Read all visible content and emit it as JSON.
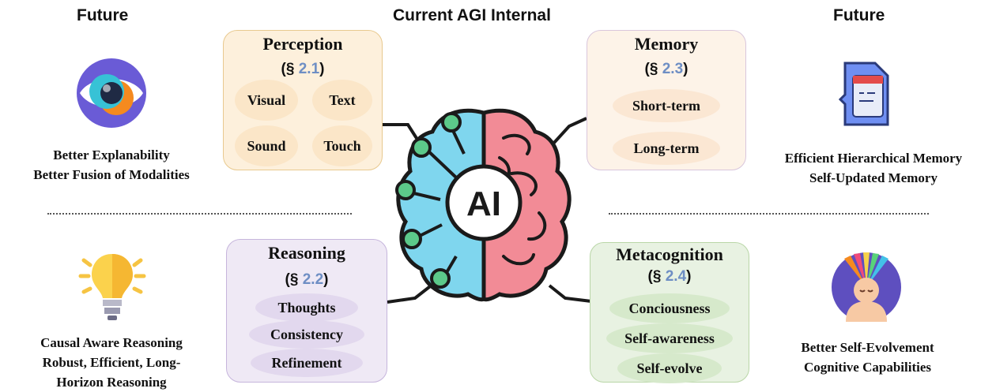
{
  "headers": {
    "left": "Future",
    "center": "Current AGI Internal",
    "right": "Future"
  },
  "center_icon": {
    "label": "AI"
  },
  "colors": {
    "perception_bg": "#fdf0dc",
    "perception_border": "#e8c98f",
    "memory_bg": "#fdf3e8",
    "memory_border": "#d9c6dc",
    "reasoning_bg": "#efe9f5",
    "reasoning_border": "#c6b5dc",
    "metacognition_bg": "#e8f2e2",
    "metacognition_border": "#b9d6a7",
    "ref_number": "#6e8ec4",
    "brain_left": "#7fd6ee",
    "brain_right": "#f28b96",
    "node": "#5cc98a"
  },
  "cards": {
    "perception": {
      "title": "Perception",
      "ref_prefix": "(§ ",
      "ref_num": "2.1",
      "ref_suffix": ")",
      "items": [
        "Visual",
        "Text",
        "Sound",
        "Touch"
      ]
    },
    "memory": {
      "title": "Memory",
      "ref_prefix": "(§ ",
      "ref_num": "2.3",
      "ref_suffix": ")",
      "items": [
        "Short-term",
        "Long-term"
      ]
    },
    "reasoning": {
      "title": "Reasoning",
      "ref_prefix": "(§ ",
      "ref_num": "2.2",
      "ref_suffix": ")",
      "items": [
        "Thoughts",
        "Consistency",
        "Refinement"
      ]
    },
    "metacognition": {
      "title": "Metacognition",
      "ref_prefix": "(§ ",
      "ref_num": "2.4",
      "ref_suffix": ")",
      "items": [
        "Conciousness",
        "Self-awareness",
        "Self-evolve"
      ]
    }
  },
  "captions": {
    "perception": [
      "Better Explanability",
      "Better Fusion of Modalities"
    ],
    "memory": [
      "Efficient Hierarchical Memory",
      "Self-Updated Memory"
    ],
    "reasoning": [
      "Causal Aware Reasoning",
      "Robust, Efficient, Long-",
      "Horizon Reasoning"
    ],
    "metacognition": [
      "Better Self-Evolvement",
      "Cognitive Capabilities"
    ]
  },
  "icons": {
    "perception": "eye-icon",
    "memory": "memory-card-icon",
    "reasoning": "lightbulb-icon",
    "metacognition": "meditating-person-icon",
    "center": "brain-ai-icon"
  }
}
